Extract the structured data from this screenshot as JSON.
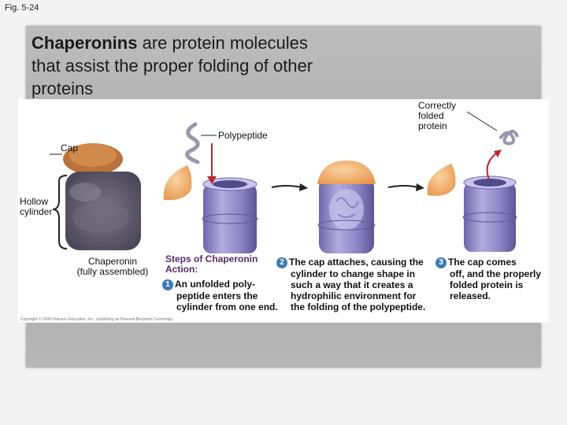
{
  "fig_label": "Fig. 5-24",
  "title": {
    "bold": "Chaperonins",
    "rest": " are protein molecules that assist the proper folding of other proteins"
  },
  "labels": {
    "polypeptide": "Polypeptide",
    "correctly_folded": [
      "Correctly",
      "folded",
      "protein"
    ],
    "cap": "Cap",
    "hollow_cylinder": [
      "Hollow",
      "cylinder"
    ],
    "chaperonin": [
      "Chaperonin",
      "(fully assembled)"
    ]
  },
  "steps": {
    "heading": [
      "Steps of Chaperonin",
      "Action:"
    ],
    "step1": {
      "num": "1",
      "lines": [
        "An unfolded poly-",
        "peptide enters the",
        "cylinder from one end."
      ]
    },
    "step2": {
      "num": "2",
      "lines": [
        "The cap attaches, causing the",
        "cylinder to change shape in",
        "such a way that it creates a",
        "hydrophilic environment for",
        "the folding of the polypeptide."
      ]
    },
    "step3": {
      "num": "3",
      "lines": [
        "The cap comes",
        "off, and the properly",
        "folded protein is",
        "released."
      ]
    }
  },
  "copyright": "Copyright © 2008 Pearson Education, Inc., publishing as Pearson Benjamin Cummings.",
  "colors": {
    "cylinder": "#8f87c9",
    "cap": "#f0a860",
    "arrow": "#c0242b"
  }
}
